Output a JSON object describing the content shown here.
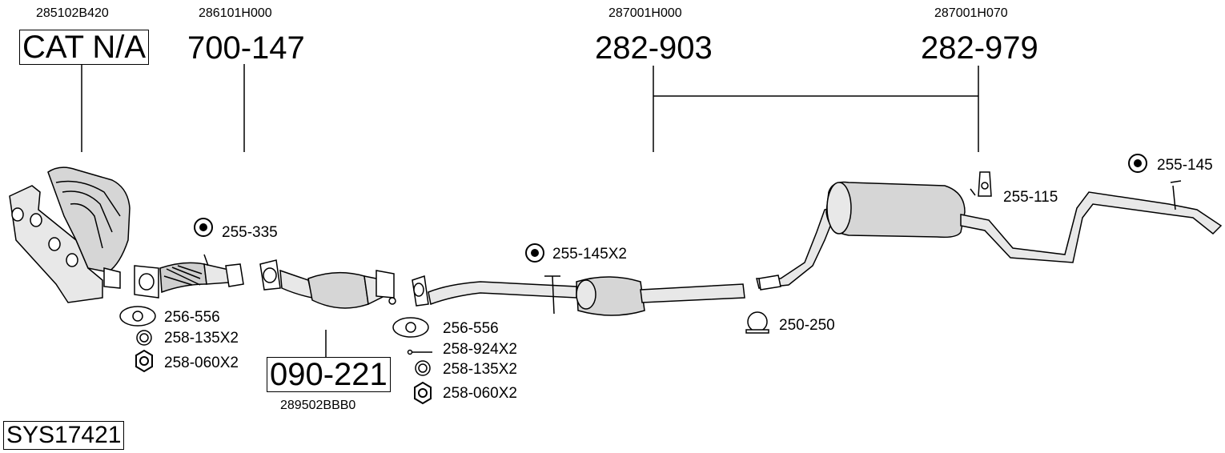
{
  "system_code": "SYS17421",
  "main_parts": [
    {
      "oem": "285102B420",
      "label": "CAT N/A",
      "boxed": true
    },
    {
      "oem": "286101H000",
      "label": "700-147",
      "boxed": false
    },
    {
      "oem": "287001H000",
      "label": "282-903",
      "boxed": false
    },
    {
      "oem": "287001H070",
      "label": "282-979",
      "boxed": false
    },
    {
      "oem": "289502BBB0",
      "label": "090-221",
      "boxed": true
    }
  ],
  "accessories": {
    "rubber_mount_1": "255-335",
    "rubber_mount_2": "255-145X2",
    "rubber_mount_3": "255-115",
    "rubber_mount_4": "255-145",
    "gasket_1": "256-556",
    "ring_1": "258-135X2",
    "nut_1": "258-060X2",
    "gasket_2": "256-556",
    "bolt_2": "258-924X2",
    "ring_2": "258-135X2",
    "nut_2": "258-060X2",
    "clamp": "250-250"
  }
}
